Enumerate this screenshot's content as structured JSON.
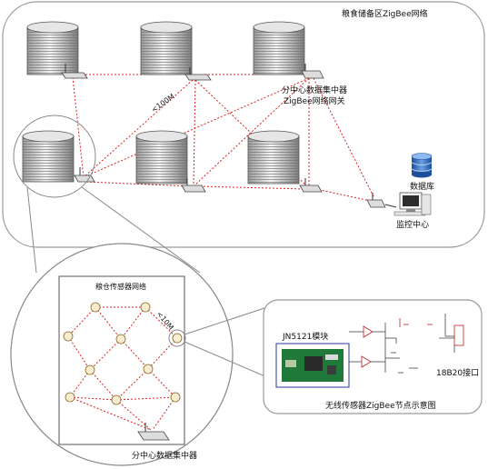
{
  "zone_title": "粮食储备区ZigBee网络",
  "gateway_label_line1": "分中心数据集中器",
  "gateway_label_line2": "ZigBee网络网关",
  "distance_label_top": "<100M",
  "database_label": "数据库",
  "monitor_label": "监控中心",
  "sensor_net_title": "粮仓传感器网络",
  "distance_label_sensor": "<10M",
  "concentrator_label": "分中心数据集中器",
  "module_label": "JN5121模块",
  "interface_label": "18B20接口",
  "node_caption": "无线传感器ZigBee节点示意图"
}
